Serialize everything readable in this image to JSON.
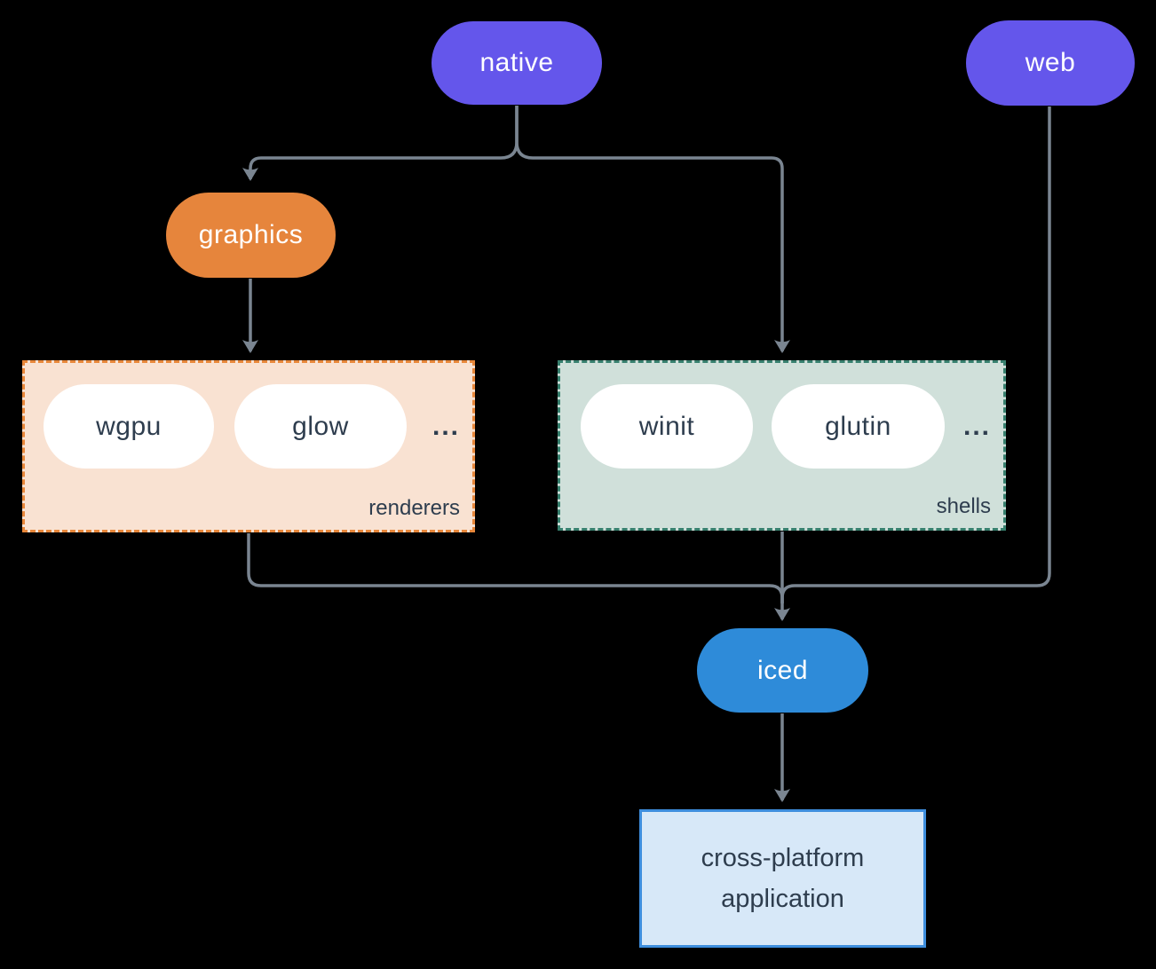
{
  "diagram": {
    "nodes": {
      "native": {
        "label": "native"
      },
      "web": {
        "label": "web"
      },
      "graphics": {
        "label": "graphics"
      },
      "iced": {
        "label": "iced"
      }
    },
    "groups": {
      "renderers": {
        "label": "renderers",
        "items": [
          "wgpu",
          "glow"
        ],
        "ellipsis": "..."
      },
      "shells": {
        "label": "shells",
        "items": [
          "winit",
          "glutin"
        ],
        "ellipsis": "..."
      }
    },
    "app": {
      "line1": "cross-platform",
      "line2": "application"
    }
  },
  "colors": {
    "background": "#000000",
    "platform_purple": "#6456eb",
    "graphics_orange": "#e6853c",
    "iced_blue": "#2e8bd9",
    "renderers_bg": "#f9e2d2",
    "renderers_border": "#e8873a",
    "shells_bg": "#d0e0da",
    "shells_border": "#37806e",
    "app_bg": "#d7e8f8",
    "app_border": "#3e8edd",
    "pill_white": "#ffffff",
    "dark_text": "#2e3d4e",
    "line_gray": "#7a8591"
  }
}
